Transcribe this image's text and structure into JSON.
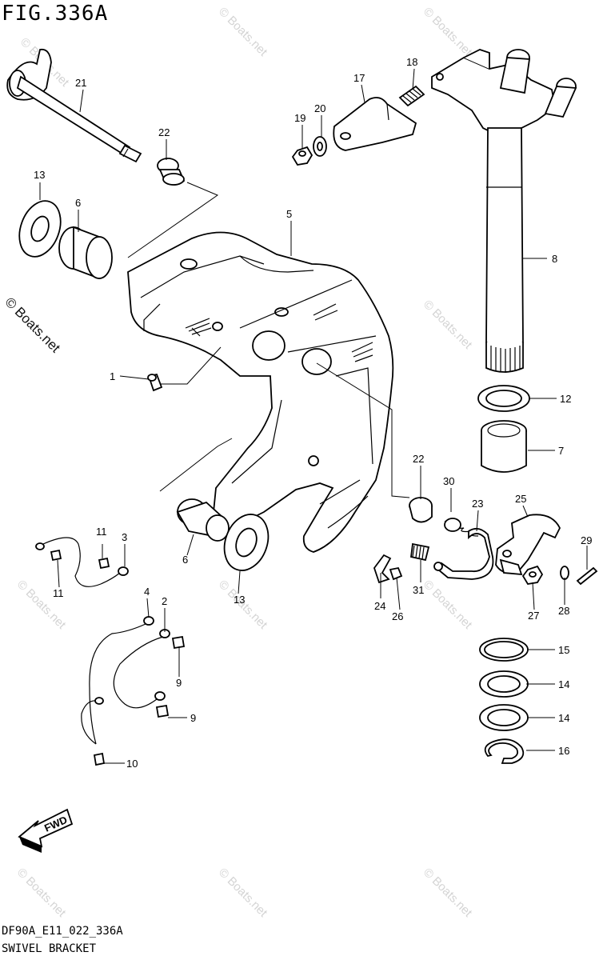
{
  "figure": {
    "title": "FIG.336A",
    "code": "DF90A_E11_022_336A",
    "name": "SWIVEL BRACKET"
  },
  "watermark": {
    "main": "© Boats.net",
    "faint": "© Boats.net"
  },
  "fwd_badge": "FWD",
  "callouts": [
    {
      "id": "c1",
      "text": "1"
    },
    {
      "id": "c2",
      "text": "2"
    },
    {
      "id": "c3",
      "text": "3"
    },
    {
      "id": "c4",
      "text": "4"
    },
    {
      "id": "c5",
      "text": "5"
    },
    {
      "id": "c6a",
      "text": "6"
    },
    {
      "id": "c6b",
      "text": "6"
    },
    {
      "id": "c7",
      "text": "7"
    },
    {
      "id": "c8",
      "text": "8"
    },
    {
      "id": "c9a",
      "text": "9"
    },
    {
      "id": "c9b",
      "text": "9"
    },
    {
      "id": "c10",
      "text": "10"
    },
    {
      "id": "c11a",
      "text": "11"
    },
    {
      "id": "c11b",
      "text": "11"
    },
    {
      "id": "c12",
      "text": "12"
    },
    {
      "id": "c13a",
      "text": "13"
    },
    {
      "id": "c13b",
      "text": "13"
    },
    {
      "id": "c14a",
      "text": "14"
    },
    {
      "id": "c14b",
      "text": "14"
    },
    {
      "id": "c15",
      "text": "15"
    },
    {
      "id": "c16",
      "text": "16"
    },
    {
      "id": "c17",
      "text": "17"
    },
    {
      "id": "c18",
      "text": "18"
    },
    {
      "id": "c19",
      "text": "19"
    },
    {
      "id": "c20",
      "text": "20"
    },
    {
      "id": "c21",
      "text": "21"
    },
    {
      "id": "c22a",
      "text": "22"
    },
    {
      "id": "c22b",
      "text": "22"
    },
    {
      "id": "c23",
      "text": "23"
    },
    {
      "id": "c24",
      "text": "24"
    },
    {
      "id": "c25",
      "text": "25"
    },
    {
      "id": "c26",
      "text": "26"
    },
    {
      "id": "c27",
      "text": "27"
    },
    {
      "id": "c28",
      "text": "28"
    },
    {
      "id": "c29",
      "text": "29"
    },
    {
      "id": "c30",
      "text": "30"
    },
    {
      "id": "c31",
      "text": "31"
    }
  ]
}
